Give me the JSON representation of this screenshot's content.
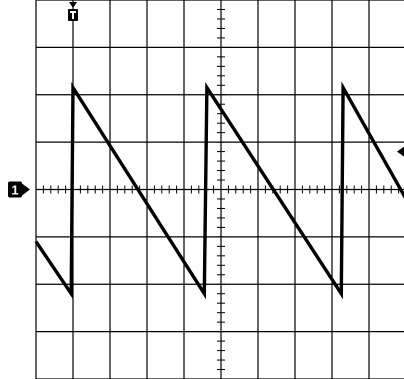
{
  "chart_data": {
    "type": "line",
    "title": "",
    "xlabel": "",
    "ylabel": "",
    "xlim": [
      0,
      10
    ],
    "ylim": [
      -4,
      4
    ],
    "grid": true,
    "x_divisions": 10,
    "y_divisions": 8,
    "minor_ticks_per_division": 5,
    "series": [
      {
        "x": [
          0,
          0.95,
          1.0,
          4.55,
          4.62,
          8.25,
          8.3,
          10
        ],
        "y": [
          -1.1,
          -2.2,
          2.15,
          -2.2,
          2.15,
          -2.2,
          2.15,
          -0.2
        ]
      }
    ],
    "markers": {
      "channel": "1",
      "channel_level": 0,
      "trigger_time": 1.0,
      "trigger_level": 0.8
    },
    "colors": {
      "trace": "#000000",
      "grid": "#000000",
      "background": "#ffffff"
    }
  }
}
